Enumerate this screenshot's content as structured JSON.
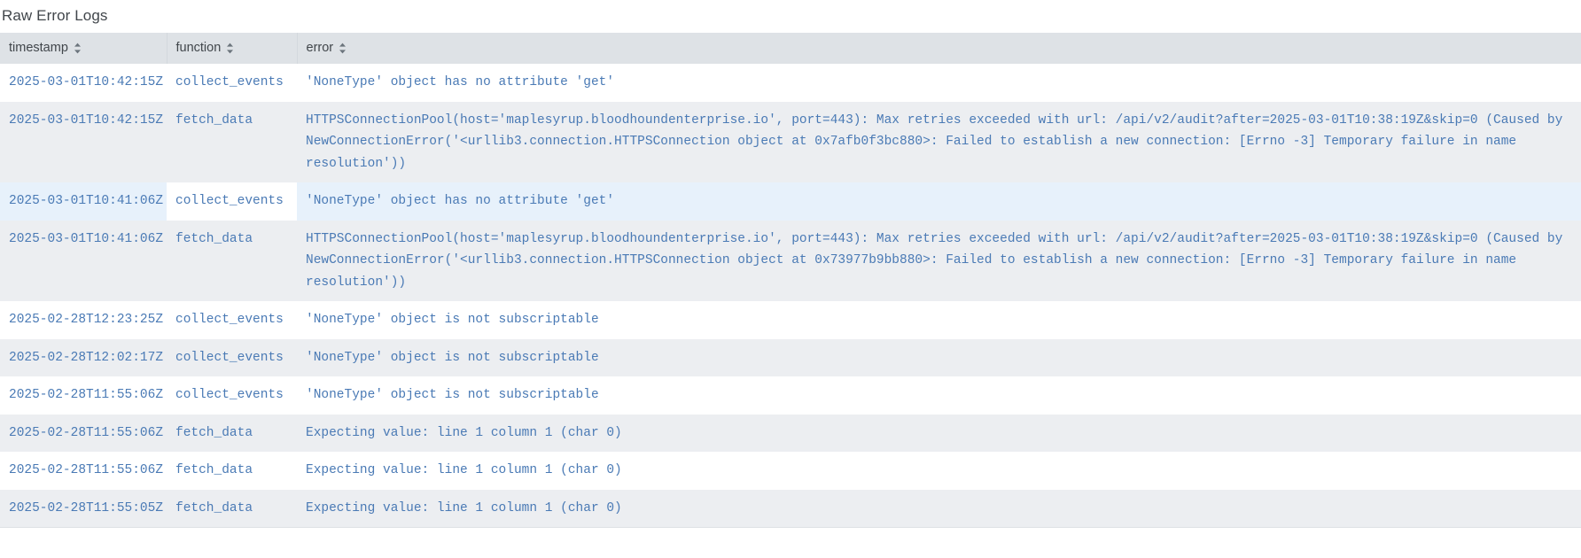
{
  "panel": {
    "title": "Raw Error Logs"
  },
  "table": {
    "columns": [
      {
        "key": "timestamp",
        "label": "timestamp",
        "sort_icon": "sort-updown-icon"
      },
      {
        "key": "function",
        "label": "function",
        "sort_icon": "sort-updown-icon"
      },
      {
        "key": "error",
        "label": "error",
        "sort_icon": "sort-updown-icon"
      }
    ],
    "rows": [
      {
        "timestamp": "2025-03-01T10:42:15Z",
        "function": "collect_events",
        "error": "'NoneType' object has no attribute 'get'",
        "state": "normal"
      },
      {
        "timestamp": "2025-03-01T10:42:15Z",
        "function": "fetch_data",
        "error": "HTTPSConnectionPool(host='maplesyrup.bloodhoundenterprise.io', port=443): Max retries exceeded with url: /api/v2/audit?after=2025-03-01T10:38:19Z&skip=0 (Caused by NewConnectionError('<urllib3.connection.HTTPSConnection object at 0x7afb0f3bc880>: Failed to establish a new connection: [Errno -3] Temporary failure in name resolution'))",
        "state": "normal"
      },
      {
        "timestamp": "2025-03-01T10:41:06Z",
        "function": "collect_events",
        "error": "'NoneType' object has no attribute 'get'",
        "state": "hover"
      },
      {
        "timestamp": "2025-03-01T10:41:06Z",
        "function": "fetch_data",
        "error": "HTTPSConnectionPool(host='maplesyrup.bloodhoundenterprise.io', port=443): Max retries exceeded with url: /api/v2/audit?after=2025-03-01T10:38:19Z&skip=0 (Caused by NewConnectionError('<urllib3.connection.HTTPSConnection object at 0x73977b9bb880>: Failed to establish a new connection: [Errno -3] Temporary failure in name resolution'))",
        "state": "normal"
      },
      {
        "timestamp": "2025-02-28T12:23:25Z",
        "function": "collect_events",
        "error": "'NoneType' object is not subscriptable",
        "state": "normal"
      },
      {
        "timestamp": "2025-02-28T12:02:17Z",
        "function": "collect_events",
        "error": "'NoneType' object is not subscriptable",
        "state": "normal"
      },
      {
        "timestamp": "2025-02-28T11:55:06Z",
        "function": "collect_events",
        "error": "'NoneType' object is not subscriptable",
        "state": "normal"
      },
      {
        "timestamp": "2025-02-28T11:55:06Z",
        "function": "fetch_data",
        "error": "Expecting value: line 1 column 1 (char 0)",
        "state": "normal"
      },
      {
        "timestamp": "2025-02-28T11:55:06Z",
        "function": "fetch_data",
        "error": "Expecting value: line 1 column 1 (char 0)",
        "state": "normal"
      },
      {
        "timestamp": "2025-02-28T11:55:05Z",
        "function": "fetch_data",
        "error": "Expecting value: line 1 column 1 (char 0)",
        "state": "normal"
      }
    ]
  },
  "colors": {
    "header_bg": "#dee2e6",
    "row_alt_bg": "#eceef1",
    "row_hover_bg": "#e7f1fb",
    "cell_text": "#4a7ab5",
    "header_text": "#41464b"
  }
}
